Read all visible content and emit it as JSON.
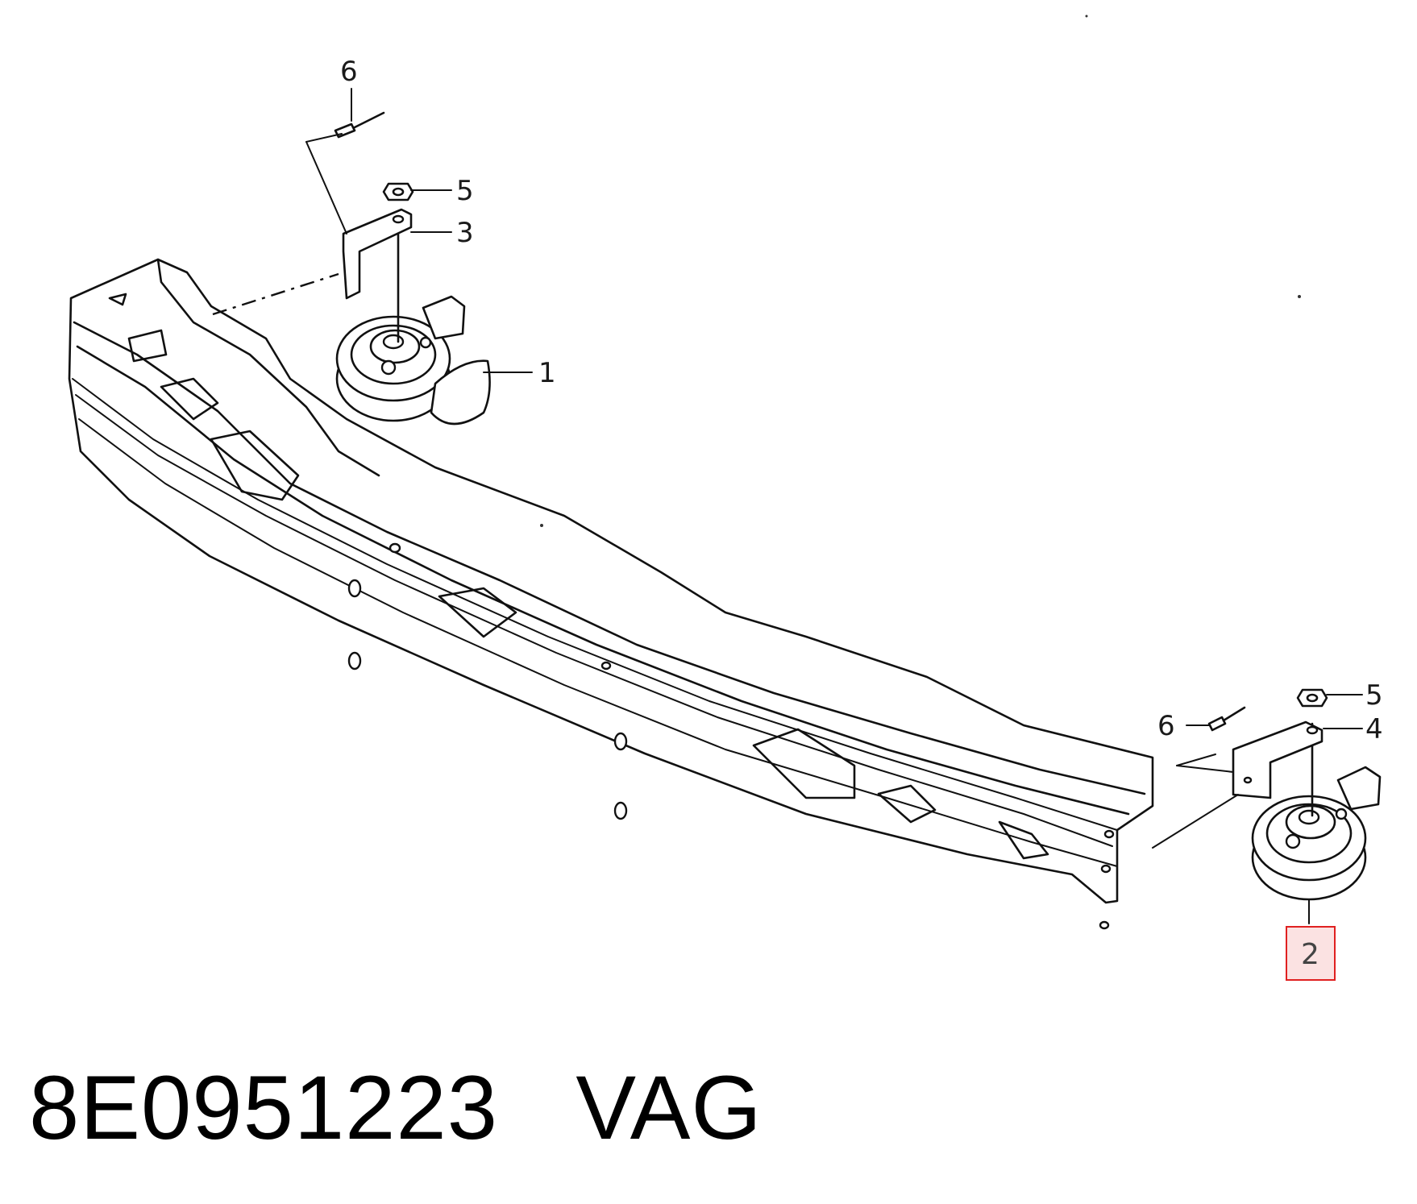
{
  "diagram": {
    "callouts": {
      "c1": "1",
      "c2": "2",
      "c3": "3",
      "c4": "4",
      "c5a": "5",
      "c5b": "5",
      "c6a": "6",
      "c6b": "6"
    },
    "highlighted_part": "2",
    "highlight_color": "#e02020"
  },
  "footer": {
    "part_number": "8E0951223",
    "brand": "VAG"
  }
}
